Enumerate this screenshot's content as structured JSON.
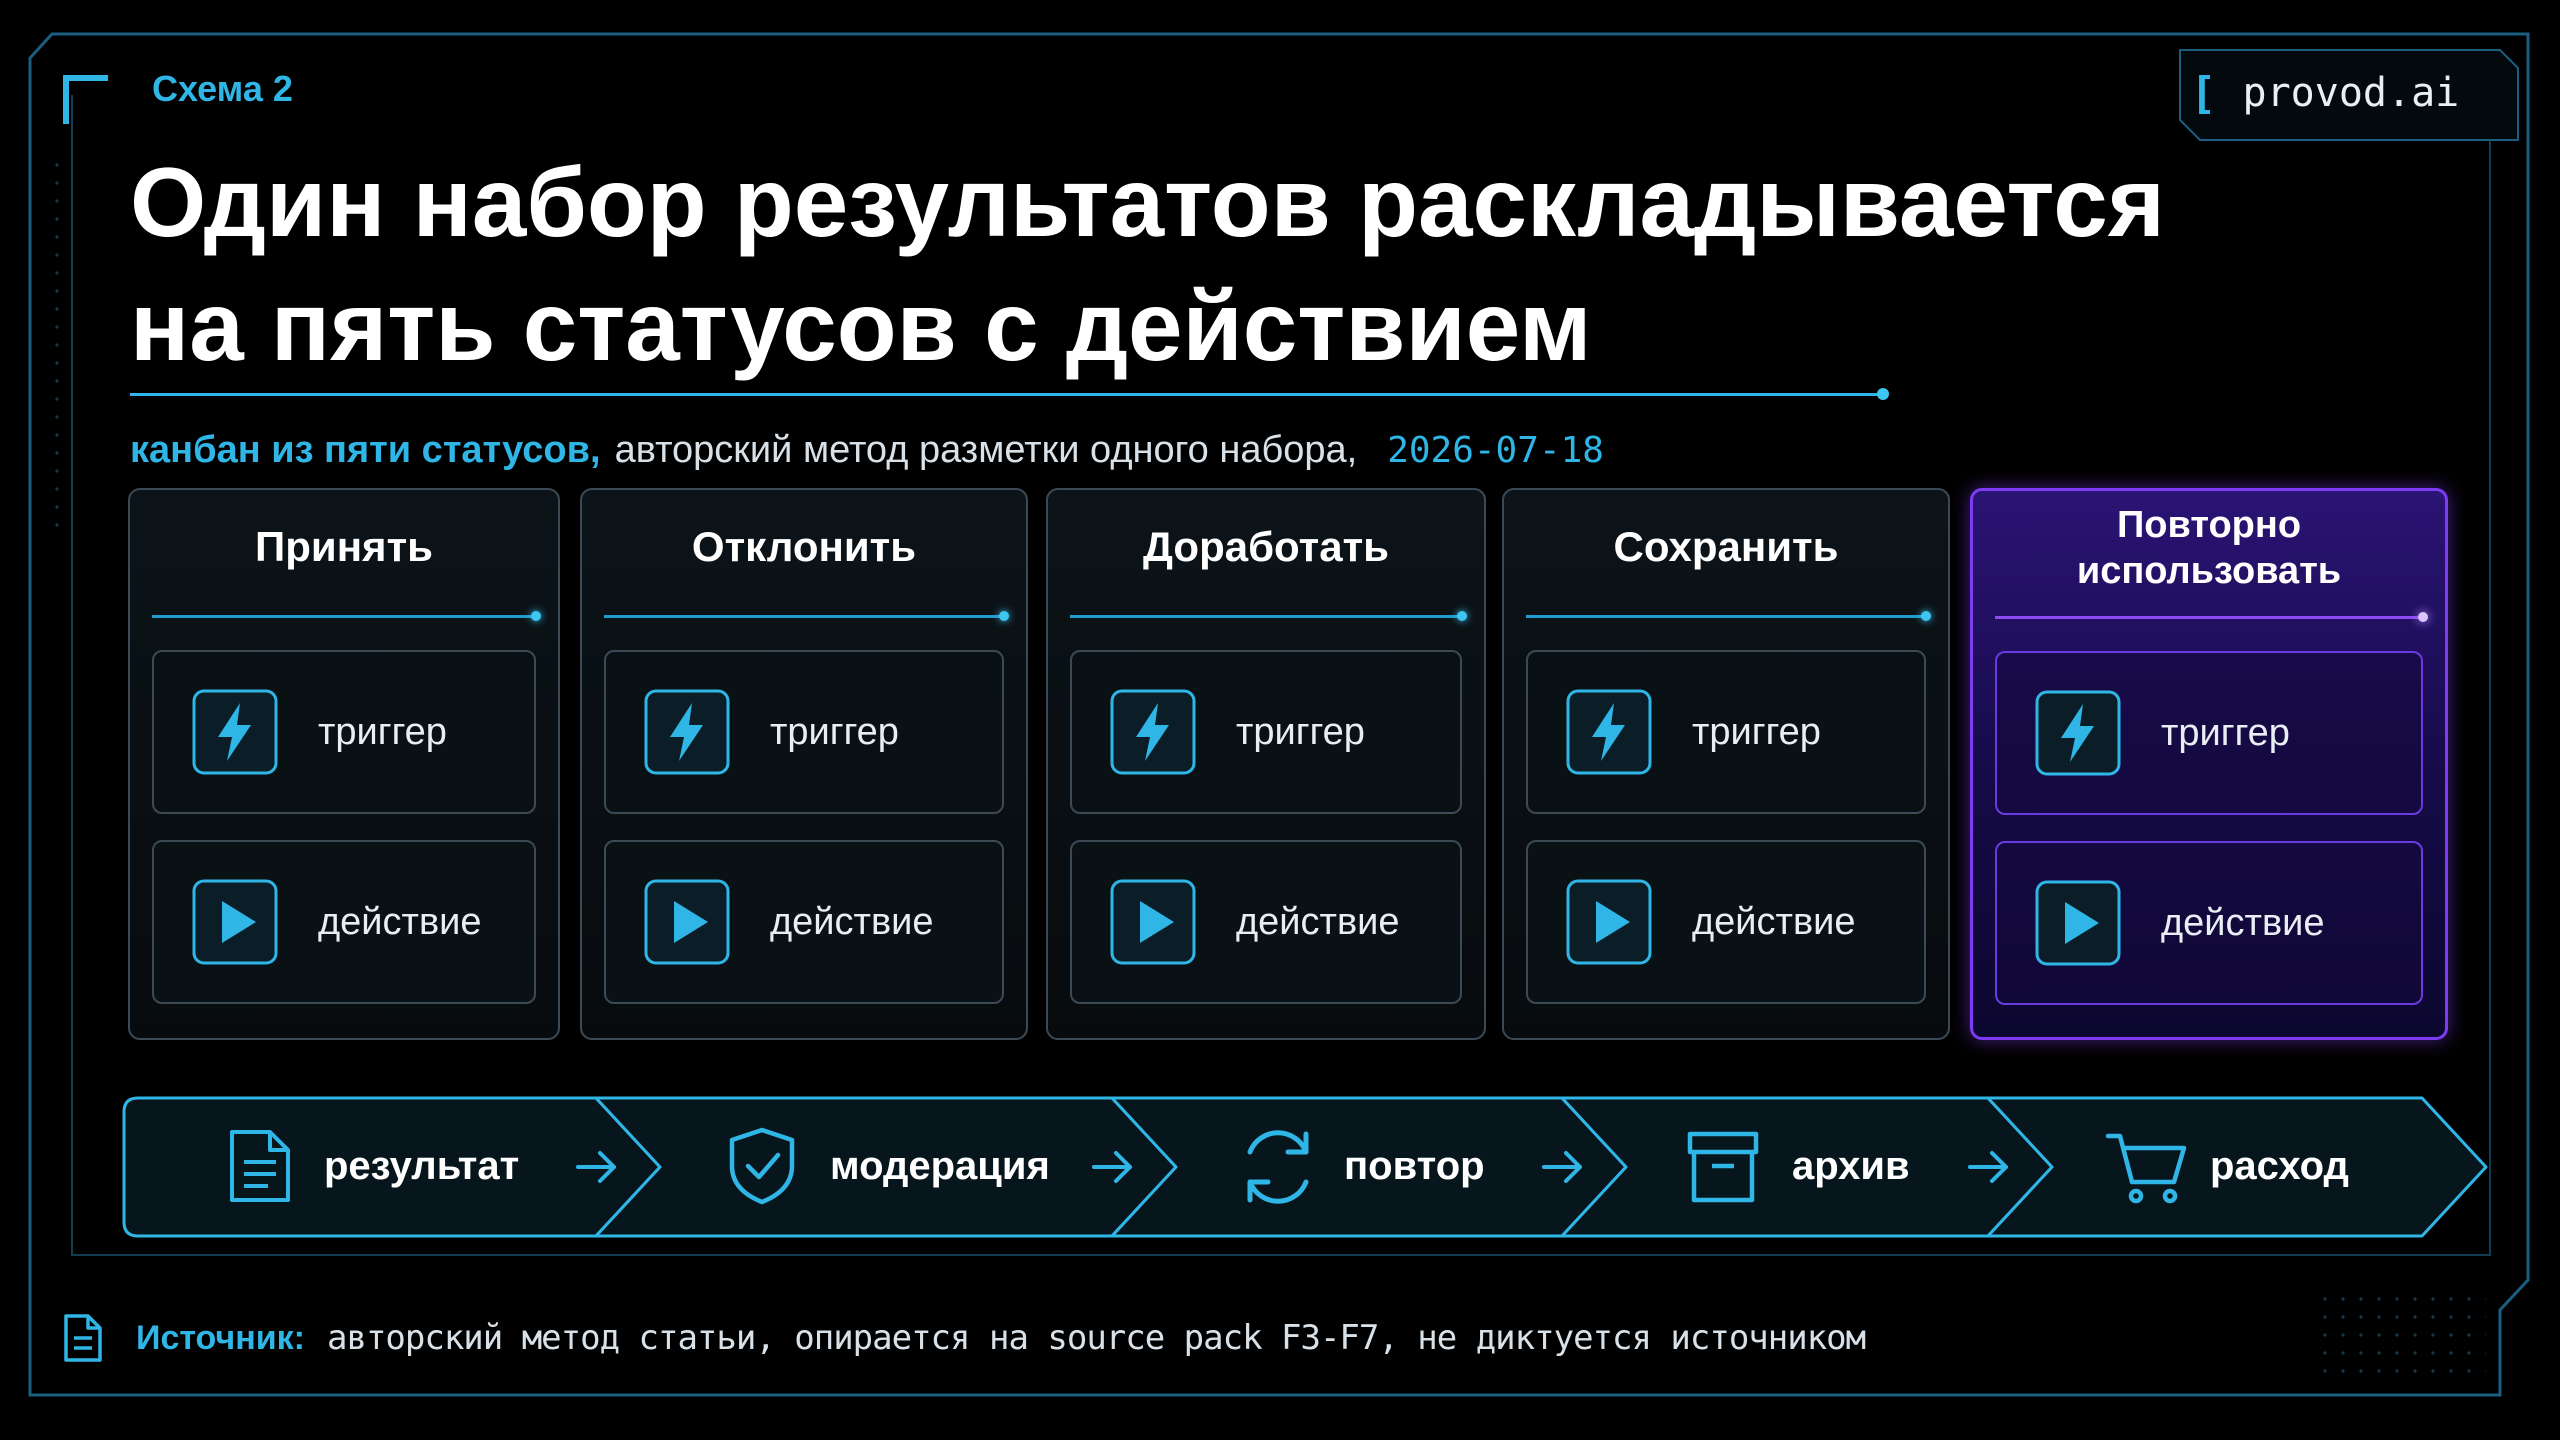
{
  "label": "Схема 2",
  "brand": {
    "bracket": "[",
    "name": "provod.ai"
  },
  "title": {
    "line1": "Один набор результатов раскладывается",
    "line2": "на пять статусов с действием"
  },
  "subtitle": {
    "highlight": "канбан из пяти статусов,",
    "text": "авторский метод разметки одного набора,",
    "date": "2026-07-18"
  },
  "columns": [
    {
      "title": "Принять",
      "trigger": "триггер",
      "action": "действие"
    },
    {
      "title": "Отклонить",
      "trigger": "триггер",
      "action": "действие"
    },
    {
      "title": "Доработать",
      "trigger": "триггер",
      "action": "действие"
    },
    {
      "title": "Сохранить",
      "trigger": "триггер",
      "action": "действие"
    },
    {
      "title_line1": "Повторно",
      "title_line2": "использовать",
      "trigger": "триггер",
      "action": "действие"
    }
  ],
  "flow": [
    {
      "label": "результат",
      "icon": "document-icon"
    },
    {
      "label": "модерация",
      "icon": "shield-check-icon"
    },
    {
      "label": "повтор",
      "icon": "refresh-icon"
    },
    {
      "label": "архив",
      "icon": "archive-box-icon"
    },
    {
      "label": "расход",
      "icon": "cart-icon"
    }
  ],
  "source": {
    "label": "Источник:",
    "text": "авторский метод статьи, опирается на source pack F3-F7, не диктуется источником"
  },
  "colors": {
    "accent": "#2fb6e6",
    "purple": "#7d3cf2",
    "frame": "#1e6f93",
    "background": "#000000"
  }
}
